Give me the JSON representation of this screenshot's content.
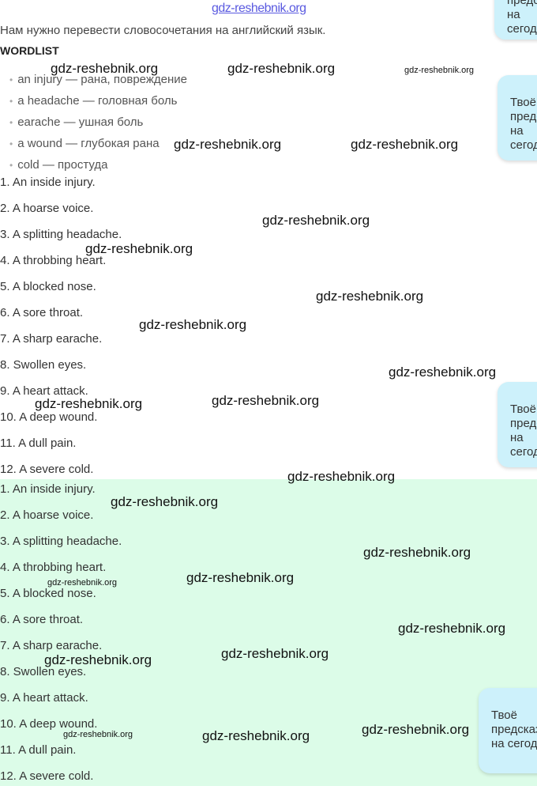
{
  "site_watermark": "gdz-reshebnik.org",
  "intro": "Нам нужно перевести словосочетания на английский язык.",
  "wordlist_title": "WORDLIST",
  "wordlist": [
    "an injury — рана, повреждение",
    "a headache — головная боль",
    "earache — ушная боль",
    "a wound — глубокая рана",
    "cold — простуда"
  ],
  "answers": [
    "1. An inside injury.",
    "2. A hoarse voice.",
    "3. A splitting headache.",
    "4. A throbbing heart.",
    "5. A blocked nose.",
    "6. A sore throat.",
    "7. A sharp earache.",
    "8. Swollen eyes.",
    "9. A heart attack.",
    "10. A deep wound.",
    "11. A dull pain.",
    "12. A severe cold."
  ],
  "promo": {
    "line1": "Твоё",
    "line2": "предсказание",
    "line3": "на сегодня"
  }
}
